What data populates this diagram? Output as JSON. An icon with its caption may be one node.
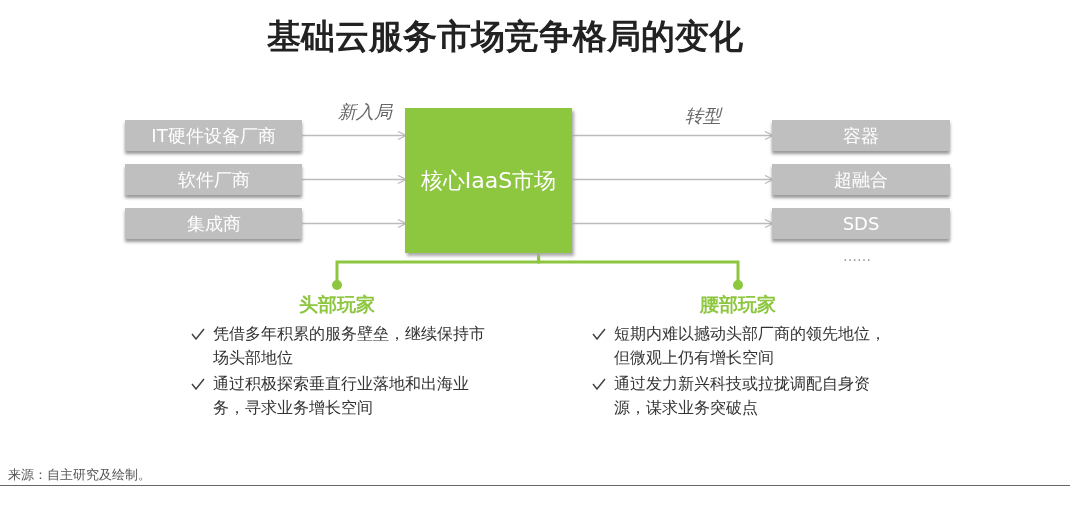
{
  "diagram": {
    "title": "基础云服务市场竞争格局的变化",
    "nodes": [
      {
        "text": [
          "IT硬件设备厂商"
        ]
      },
      {
        "text": [
          "软件厂商"
        ]
      },
      {
        "text": [
          "集成商"
        ]
      },
      {
        "text": [
          "核心IaaS市场"
        ]
      },
      {
        "text": [
          "容器"
        ]
      },
      {
        "text": [
          "超融合"
        ]
      },
      {
        "text": [
          "SDS"
        ]
      },
      {
        "text": [
          "头部玩家",
          "凭借多年积累的服务壁垒，继续保持市场头部地位",
          "通过积极探索垂直行业落地和出海业务，寻求业务增长空间"
        ]
      },
      {
        "text": [
          "腰部玩家",
          "短期内难以撼动头部厂商的领先地位，但微观上仍有增长空间",
          "通过发力新兴科技或拉拢调配自身资源，谋求业务突破点"
        ]
      }
    ],
    "edges": [
      {
        "from": 0,
        "to": 3,
        "arrow": "to"
      },
      {
        "from": 1,
        "to": 3,
        "arrow": "to"
      },
      {
        "from": 2,
        "to": 3,
        "arrow": "to"
      },
      {
        "from": 3,
        "to": 4,
        "arrow": "to"
      },
      {
        "from": 3,
        "to": 5,
        "arrow": "to"
      },
      {
        "from": 3,
        "to": 6,
        "arrow": "to"
      },
      {
        "from": 3,
        "to": 7,
        "arrow": "other",
        "style": "thick",
        "color": "#8dc63f"
      },
      {
        "from": 3,
        "to": 8,
        "arrow": "other",
        "style": "thick",
        "color": "#8dc63f"
      }
    ],
    "labels": [
      "新入局",
      "转型",
      "……",
      "来源：自主研究及绘制。"
    ]
  }
}
